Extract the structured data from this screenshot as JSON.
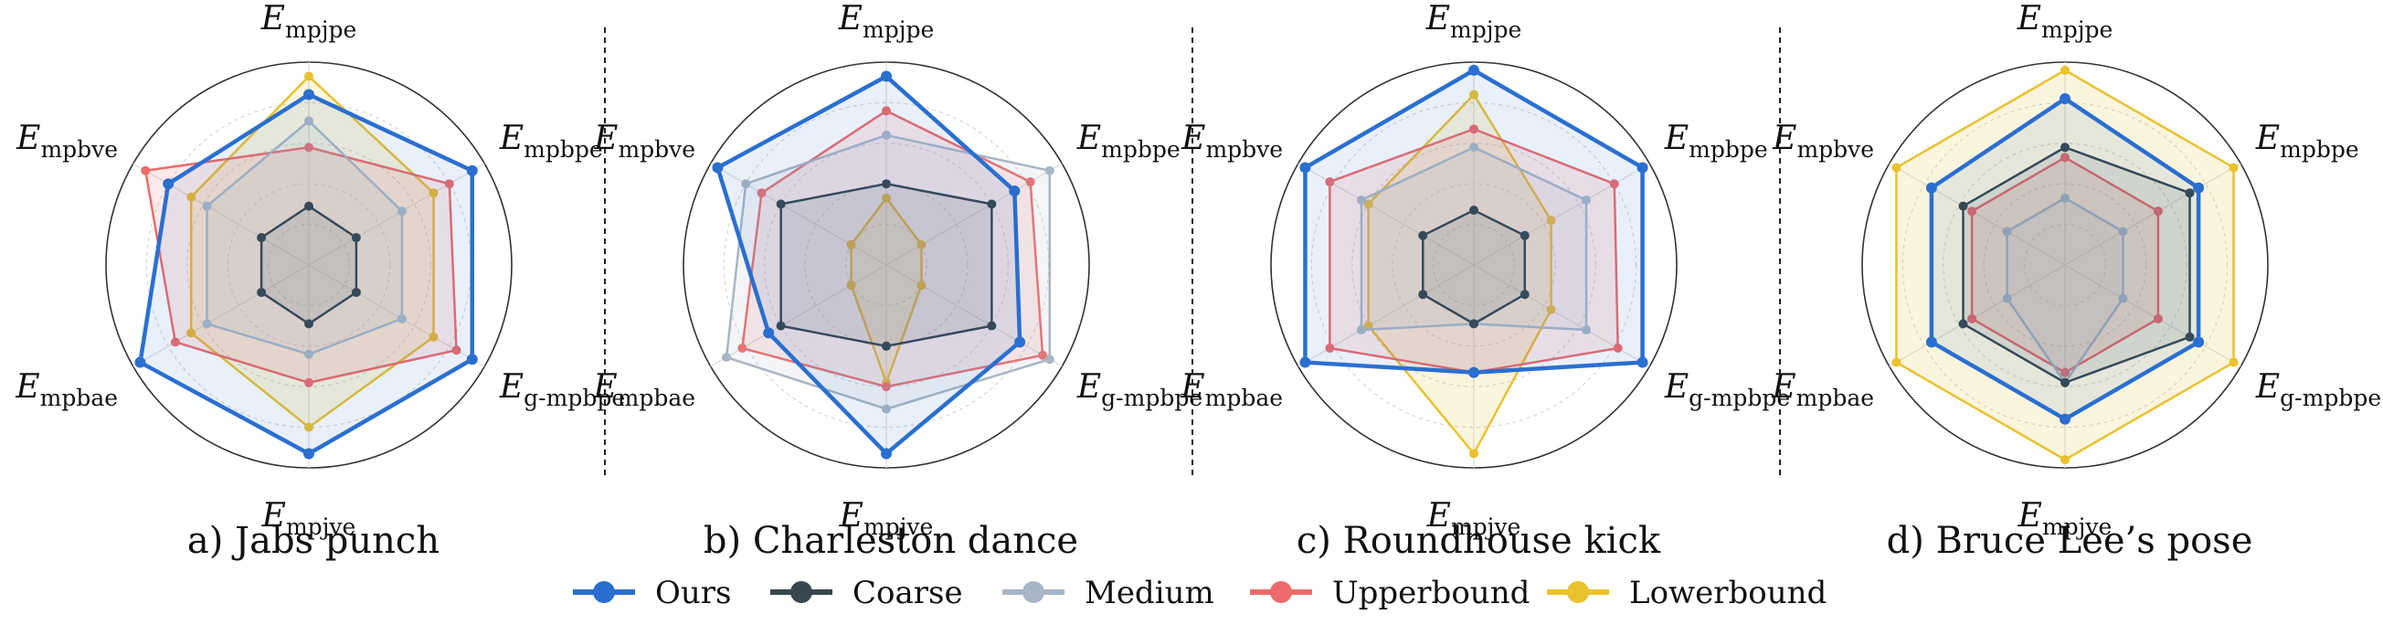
{
  "chart_data": [
    {
      "type": "radar",
      "title": "a) Jabs punch",
      "axes": [
        {
          "main": "E",
          "sub": "mpjpe"
        },
        {
          "main": "E",
          "sub": "mpbpe"
        },
        {
          "main": "E",
          "sub": "g-mpbpe"
        },
        {
          "main": "E",
          "sub": "mpjve"
        },
        {
          "main": "E",
          "sub": "mpbae"
        },
        {
          "main": "E",
          "sub": "mpbve"
        }
      ],
      "series": [
        {
          "name": "Lowerbound",
          "values": [
            0.93,
            0.71,
            0.71,
            0.8,
            0.67,
            0.67
          ]
        },
        {
          "name": "Upperbound",
          "values": [
            0.58,
            0.8,
            0.84,
            0.58,
            0.76,
            0.93
          ]
        },
        {
          "name": "Medium",
          "values": [
            0.71,
            0.53,
            0.53,
            0.44,
            0.58,
            0.58
          ]
        },
        {
          "name": "Coarse",
          "values": [
            0.29,
            0.27,
            0.27,
            0.29,
            0.27,
            0.27
          ]
        },
        {
          "name": "Ours",
          "values": [
            0.84,
            0.93,
            0.93,
            0.93,
            0.96,
            0.8
          ]
        }
      ]
    },
    {
      "type": "radar",
      "title": "b) Charleston dance",
      "axes": [
        {
          "main": "E",
          "sub": "mpjpe"
        },
        {
          "main": "E",
          "sub": "mpbpe"
        },
        {
          "main": "E",
          "sub": "g-mpbpe"
        },
        {
          "main": "E",
          "sub": "mpjve"
        },
        {
          "main": "E",
          "sub": "mpbae"
        },
        {
          "main": "E",
          "sub": "mpbve"
        }
      ],
      "series": [
        {
          "name": "Lowerbound",
          "values": [
            0.33,
            0.2,
            0.2,
            0.58,
            0.2,
            0.2
          ]
        },
        {
          "name": "Upperbound",
          "values": [
            0.76,
            0.82,
            0.89,
            0.6,
            0.82,
            0.71
          ]
        },
        {
          "name": "Medium",
          "values": [
            0.64,
            0.93,
            0.93,
            0.71,
            0.91,
            0.8
          ]
        },
        {
          "name": "Coarse",
          "values": [
            0.4,
            0.6,
            0.6,
            0.4,
            0.6,
            0.6
          ]
        },
        {
          "name": "Ours",
          "values": [
            0.93,
            0.73,
            0.76,
            0.93,
            0.67,
            0.96
          ]
        }
      ]
    },
    {
      "type": "radar",
      "title": "c) Roundhouse kick",
      "axes": [
        {
          "main": "E",
          "sub": "mpjpe"
        },
        {
          "main": "E",
          "sub": "mpbpe"
        },
        {
          "main": "E",
          "sub": "g-mpbpe"
        },
        {
          "main": "E",
          "sub": "mpjve"
        },
        {
          "main": "E",
          "sub": "mpbae"
        },
        {
          "main": "E",
          "sub": "mpbve"
        }
      ],
      "series": [
        {
          "name": "Lowerbound",
          "values": [
            0.84,
            0.44,
            0.44,
            0.93,
            0.6,
            0.6
          ]
        },
        {
          "name": "Upperbound",
          "values": [
            0.67,
            0.8,
            0.82,
            0.53,
            0.82,
            0.82
          ]
        },
        {
          "name": "Medium",
          "values": [
            0.58,
            0.64,
            0.64,
            0.29,
            0.64,
            0.64
          ]
        },
        {
          "name": "Coarse",
          "values": [
            0.27,
            0.29,
            0.29,
            0.29,
            0.29,
            0.29
          ]
        },
        {
          "name": "Ours",
          "values": [
            0.96,
            0.96,
            0.96,
            0.53,
            0.96,
            0.96
          ]
        }
      ]
    },
    {
      "type": "radar",
      "title": "d) Bruce Lee’s pose",
      "axes": [
        {
          "main": "E",
          "sub": "mpjpe"
        },
        {
          "main": "E",
          "sub": "mpbpe"
        },
        {
          "main": "E",
          "sub": "g-mpbpe"
        },
        {
          "main": "E",
          "sub": "mpjve"
        },
        {
          "main": "E",
          "sub": "mpbae"
        },
        {
          "main": "E",
          "sub": "mpbve"
        }
      ],
      "series": [
        {
          "name": "Lowerbound",
          "values": [
            0.96,
            0.96,
            0.96,
            0.96,
            0.96,
            0.96
          ]
        },
        {
          "name": "Upperbound",
          "values": [
            0.53,
            0.53,
            0.53,
            0.53,
            0.53,
            0.53
          ]
        },
        {
          "name": "Medium",
          "values": [
            0.33,
            0.33,
            0.33,
            0.58,
            0.33,
            0.33
          ]
        },
        {
          "name": "Coarse",
          "values": [
            0.58,
            0.71,
            0.71,
            0.58,
            0.58,
            0.58
          ]
        },
        {
          "name": "Ours",
          "values": [
            0.82,
            0.76,
            0.76,
            0.76,
            0.76,
            0.76
          ]
        }
      ]
    }
  ],
  "legend": [
    {
      "name": "Ours",
      "color": "#2a6fd0"
    },
    {
      "name": "Coarse",
      "color": "#37474f"
    },
    {
      "name": "Medium",
      "color": "#a7b6c5"
    },
    {
      "name": "Upperbound",
      "color": "#ee6b6b"
    },
    {
      "name": "Lowerbound",
      "color": "#e9c22e"
    }
  ],
  "radial_range": [
    0,
    1
  ]
}
